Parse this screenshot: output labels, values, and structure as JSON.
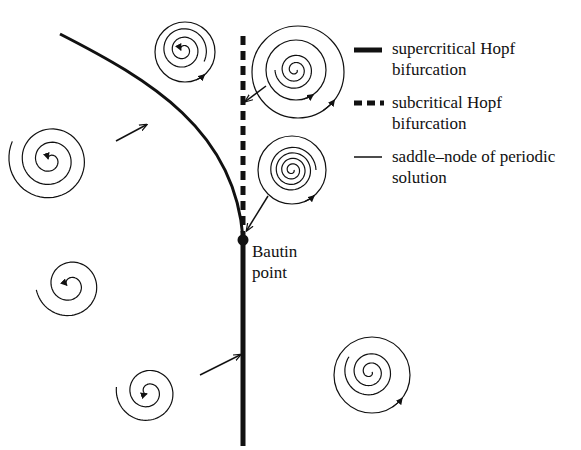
{
  "diagram": {
    "labels": [
      "Bautin point"
    ],
    "legend": [
      {
        "text": "supercritical Hopf bifurcation"
      },
      {
        "text": "subcritical Hopf bifurcation"
      },
      {
        "text": "saddle–node of periodic solution"
      }
    ]
  }
}
